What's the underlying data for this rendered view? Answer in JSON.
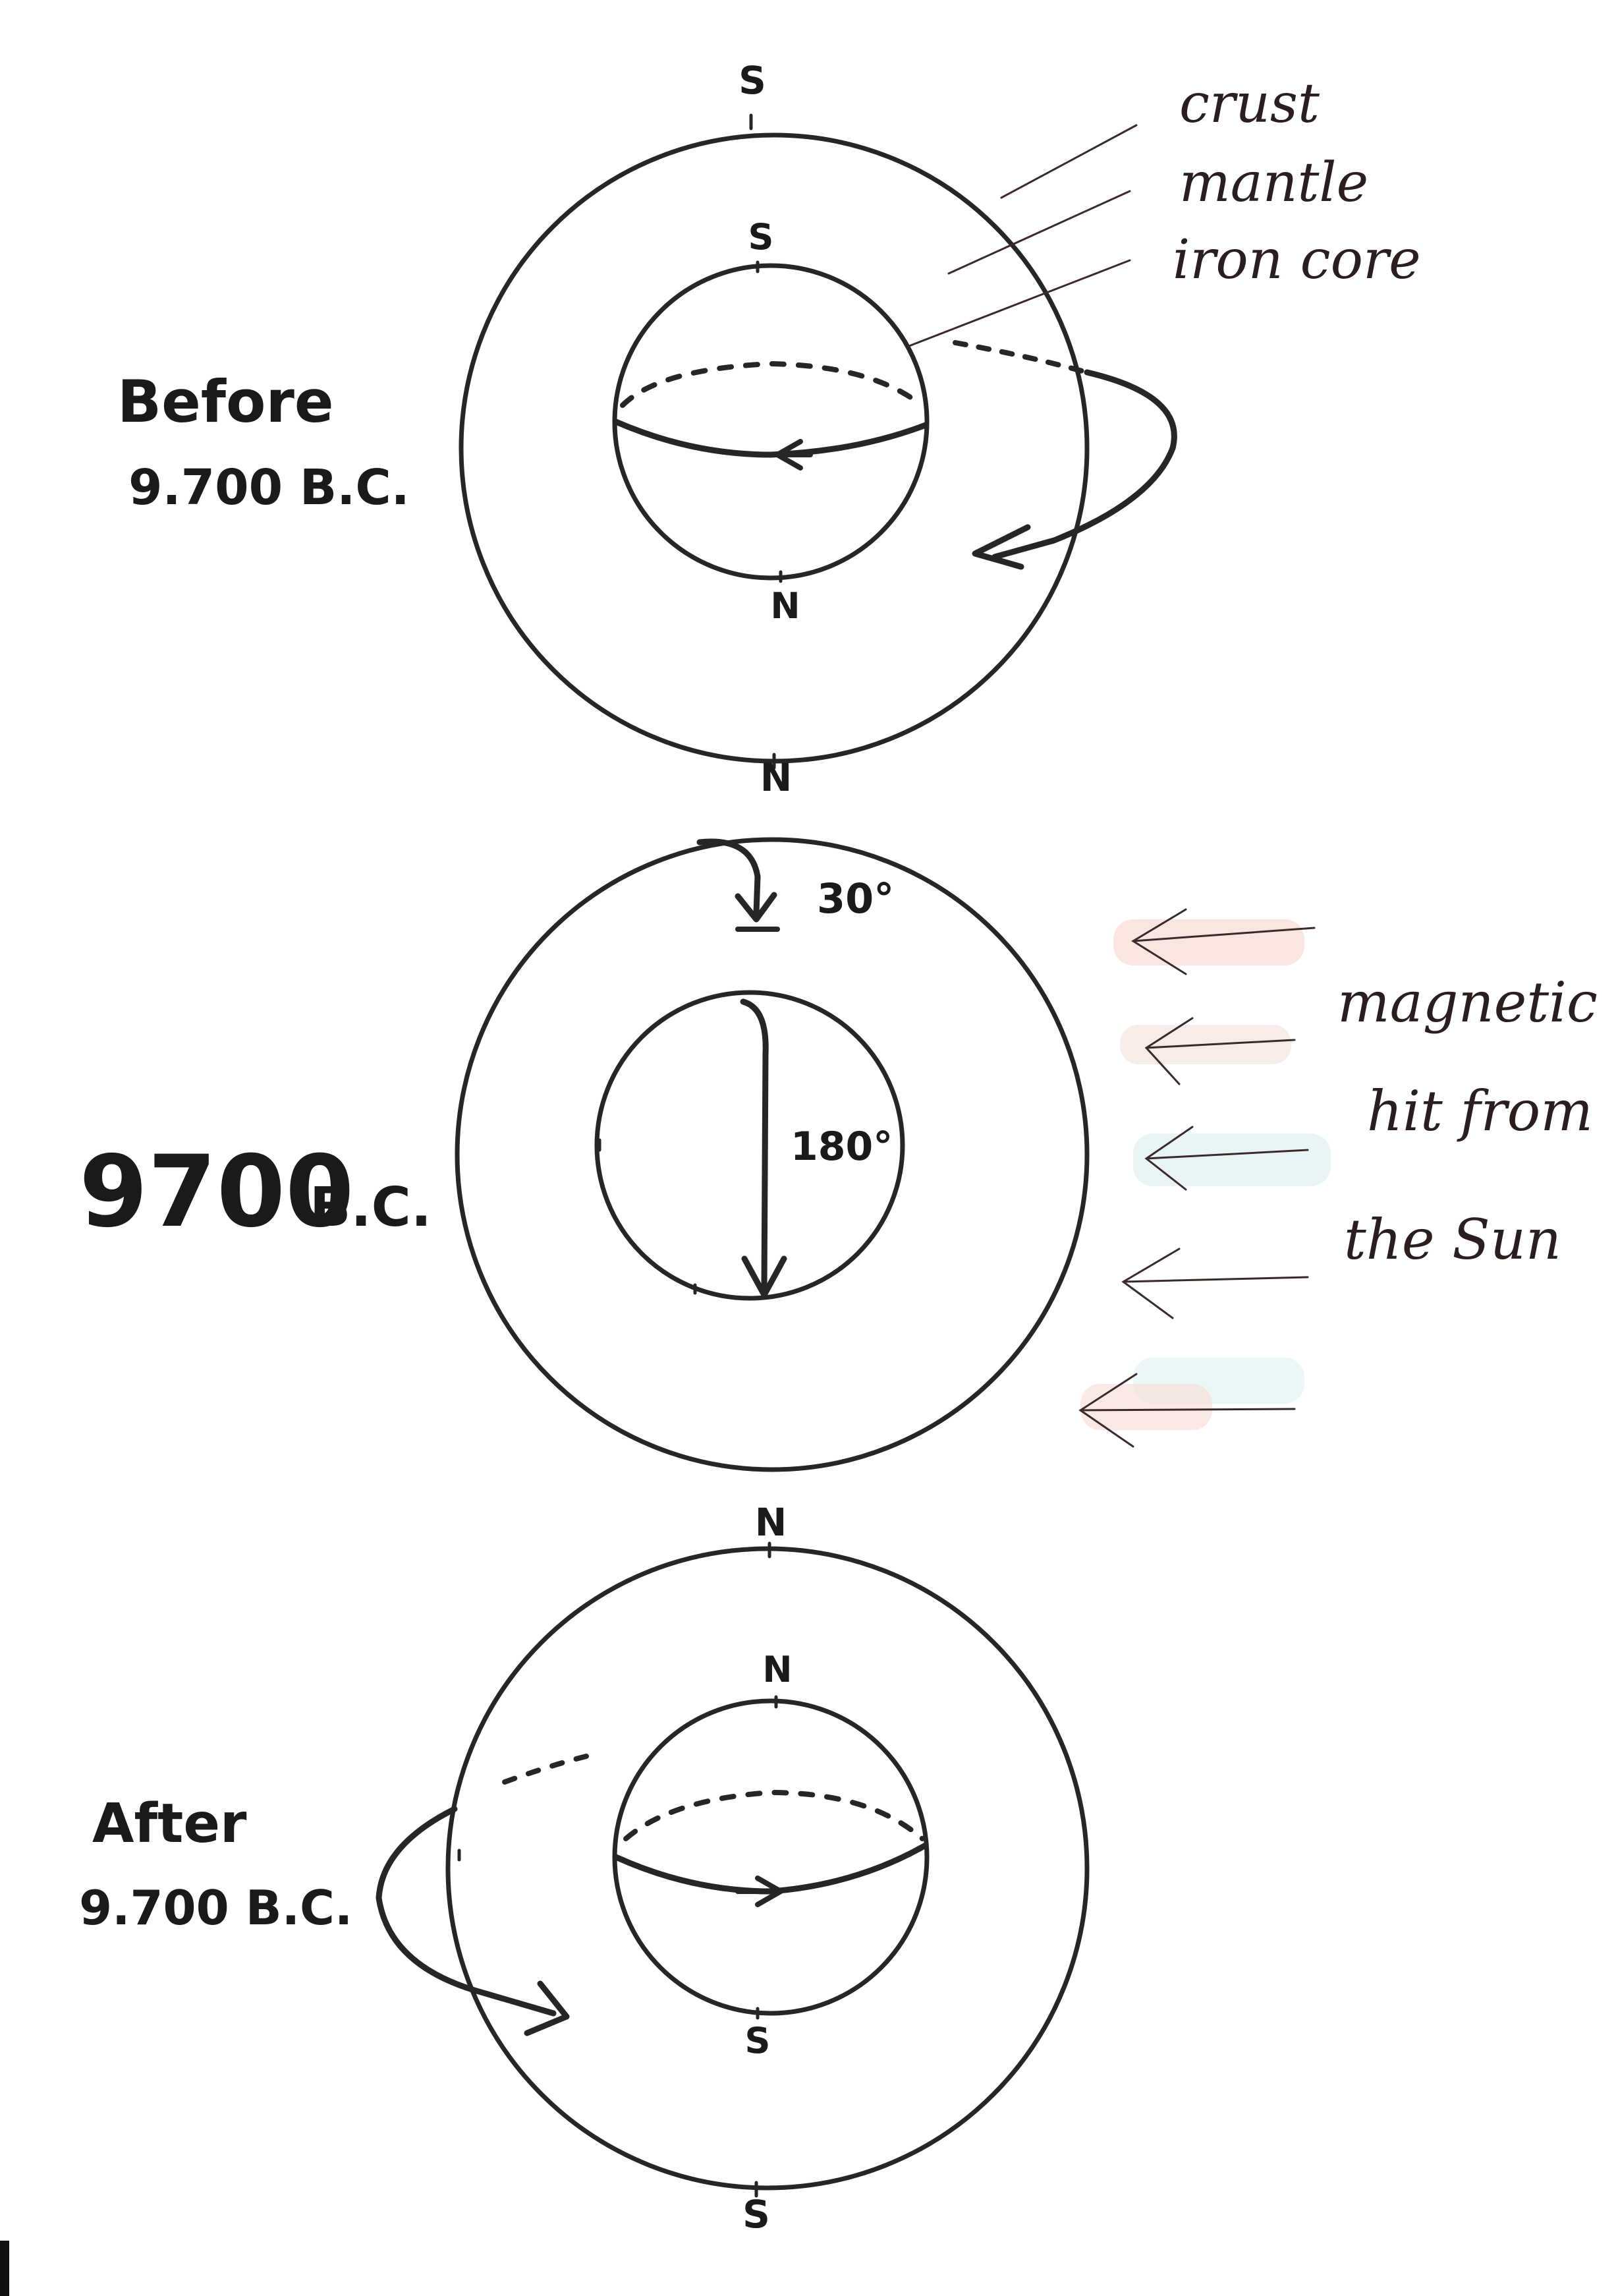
{
  "panels": {
    "before": {
      "label_line1": "Before",
      "label_line2": "9.700 B.C.",
      "outer_top_pole": "S",
      "outer_bottom_pole": "N",
      "core_top_pole": "S",
      "core_bottom_pole": "N"
    },
    "event": {
      "label_year": "9700",
      "label_era": "B.C.",
      "crust_shift_angle": "30°",
      "core_flip_angle": "180°"
    },
    "after": {
      "label_line1": "After",
      "label_line2": "9.700 B.C.",
      "outer_top_pole": "N",
      "outer_bottom_pole": "S",
      "core_top_pole": "N",
      "core_bottom_pole": "S"
    }
  },
  "legend": {
    "crust": "crust",
    "mantle": "mantle",
    "core": "iron core"
  },
  "sun_annotation": {
    "line1": "magnetic",
    "line2": "hit from",
    "line3": "the Sun"
  },
  "colors": {
    "ink": "#262626",
    "arrow_ink": "#3a2a2a",
    "highlight_pink": "#f7dcd4",
    "highlight_blue": "#e3f3f3"
  }
}
